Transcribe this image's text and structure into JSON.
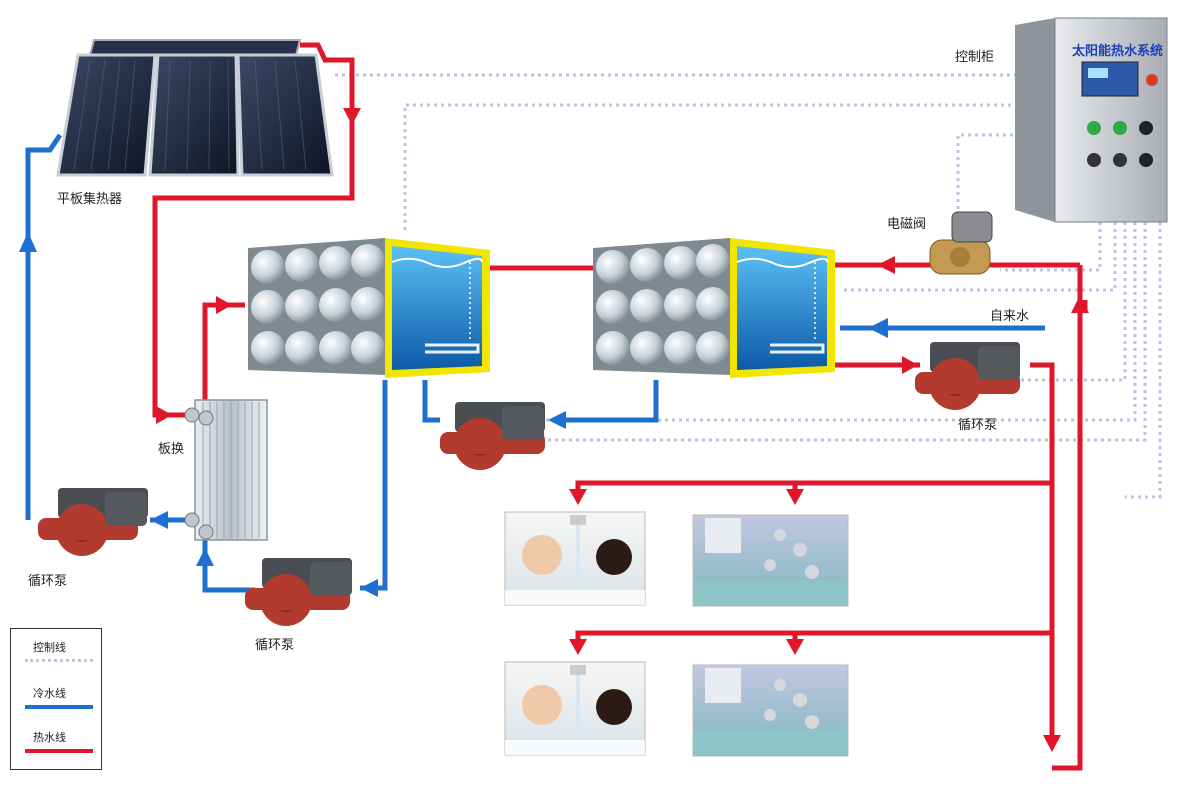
{
  "labels": {
    "collector": "平板集热器",
    "plate_exchanger": "板换",
    "pump_left": "循环泵",
    "pump_bottom": "循环泵",
    "pump_right": "循环泵",
    "control_cabinet": "控制柜",
    "solenoid_valve": "电磁阀",
    "tap_water": "自来水",
    "cabinet_title": "太阳能热水系统"
  },
  "legend": {
    "items": [
      {
        "label": "控制线",
        "style": "dotted",
        "color": "#b8c4e0"
      },
      {
        "label": "冷水线",
        "style": "solid",
        "color": "#1f6fd0"
      },
      {
        "label": "热水线",
        "style": "solid",
        "color": "#e0162a"
      }
    ]
  },
  "colors": {
    "hot": "#e0162a",
    "cold": "#1f6fd0",
    "control": "#b8c4e0",
    "tank_frame": "#f2e600",
    "water": "#1e88d8",
    "pump_body": "#b23a2e",
    "cabinet": "#c9cdd3"
  }
}
